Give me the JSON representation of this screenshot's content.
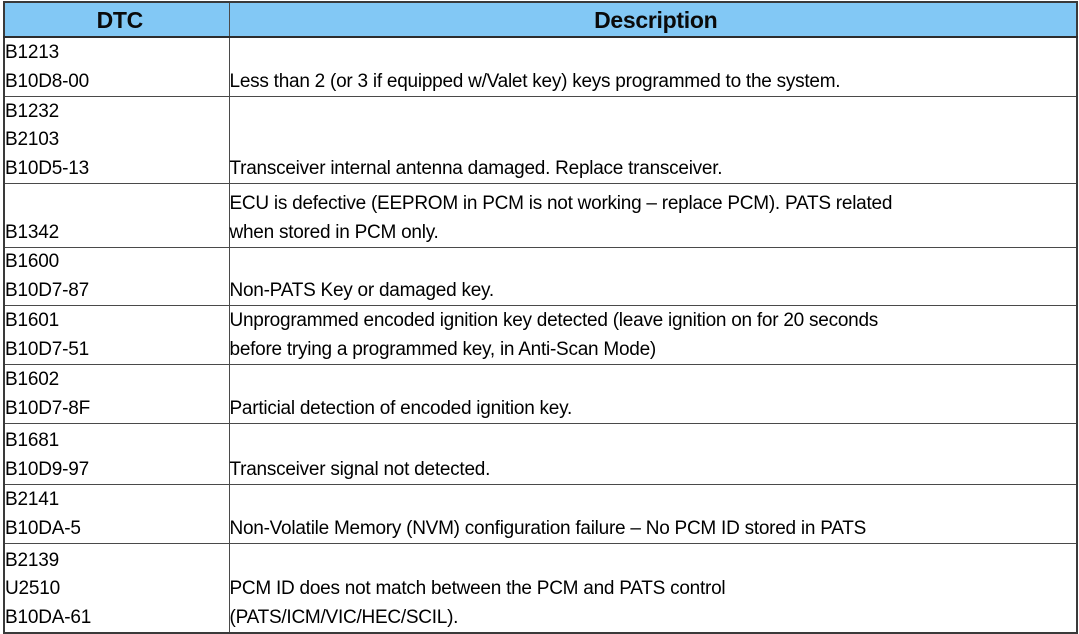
{
  "table": {
    "columns": [
      {
        "key": "dtc",
        "label": "DTC"
      },
      {
        "key": "description",
        "label": "Description"
      }
    ],
    "header_background": "#82C8F5",
    "header_text_color": "#0A0A0A",
    "border_color": "#4A4A4A",
    "rows": [
      {
        "codes": [
          "B1213",
          "B10D8-00"
        ],
        "description_lines": [
          "Less than 2 (or 3 if equipped w/Valet key) keys programmed to the system."
        ]
      },
      {
        "codes": [
          "B1232",
          "B2103",
          "B10D5-13"
        ],
        "description_lines": [
          "Transceiver internal antenna damaged. Replace transceiver."
        ]
      },
      {
        "codes": [
          "B1342"
        ],
        "description_lines": [
          "ECU is defective (EEPROM in PCM is not working – replace PCM). PATS related",
          "when stored in PCM only."
        ]
      },
      {
        "codes": [
          "B1600",
          "B10D7-87"
        ],
        "description_lines": [
          "Non-PATS Key or damaged key."
        ]
      },
      {
        "codes": [
          "B1601",
          "B10D7-51"
        ],
        "description_lines": [
          "Unprogrammed encoded ignition key detected (leave ignition on for 20 seconds",
          "before trying a programmed key, in Anti-Scan Mode)"
        ]
      },
      {
        "codes": [
          "B1602",
          "B10D7-8F"
        ],
        "description_lines": [
          "Particial detection of encoded ignition key."
        ]
      },
      {
        "codes": [
          "B1681",
          "B10D9-97"
        ],
        "description_lines": [
          "Transceiver signal not detected."
        ]
      },
      {
        "codes": [
          "B2141",
          "B10DA-5"
        ],
        "description_lines": [
          "Non-Volatile Memory (NVM) configuration failure – No PCM ID stored in PATS"
        ]
      },
      {
        "codes": [
          "B2139",
          "U2510",
          "B10DA-61"
        ],
        "description_lines": [
          "PCM ID does not match between the PCM and PATS control",
          "(PATS/ICM/VIC/HEC/SCIL)."
        ]
      }
    ]
  }
}
